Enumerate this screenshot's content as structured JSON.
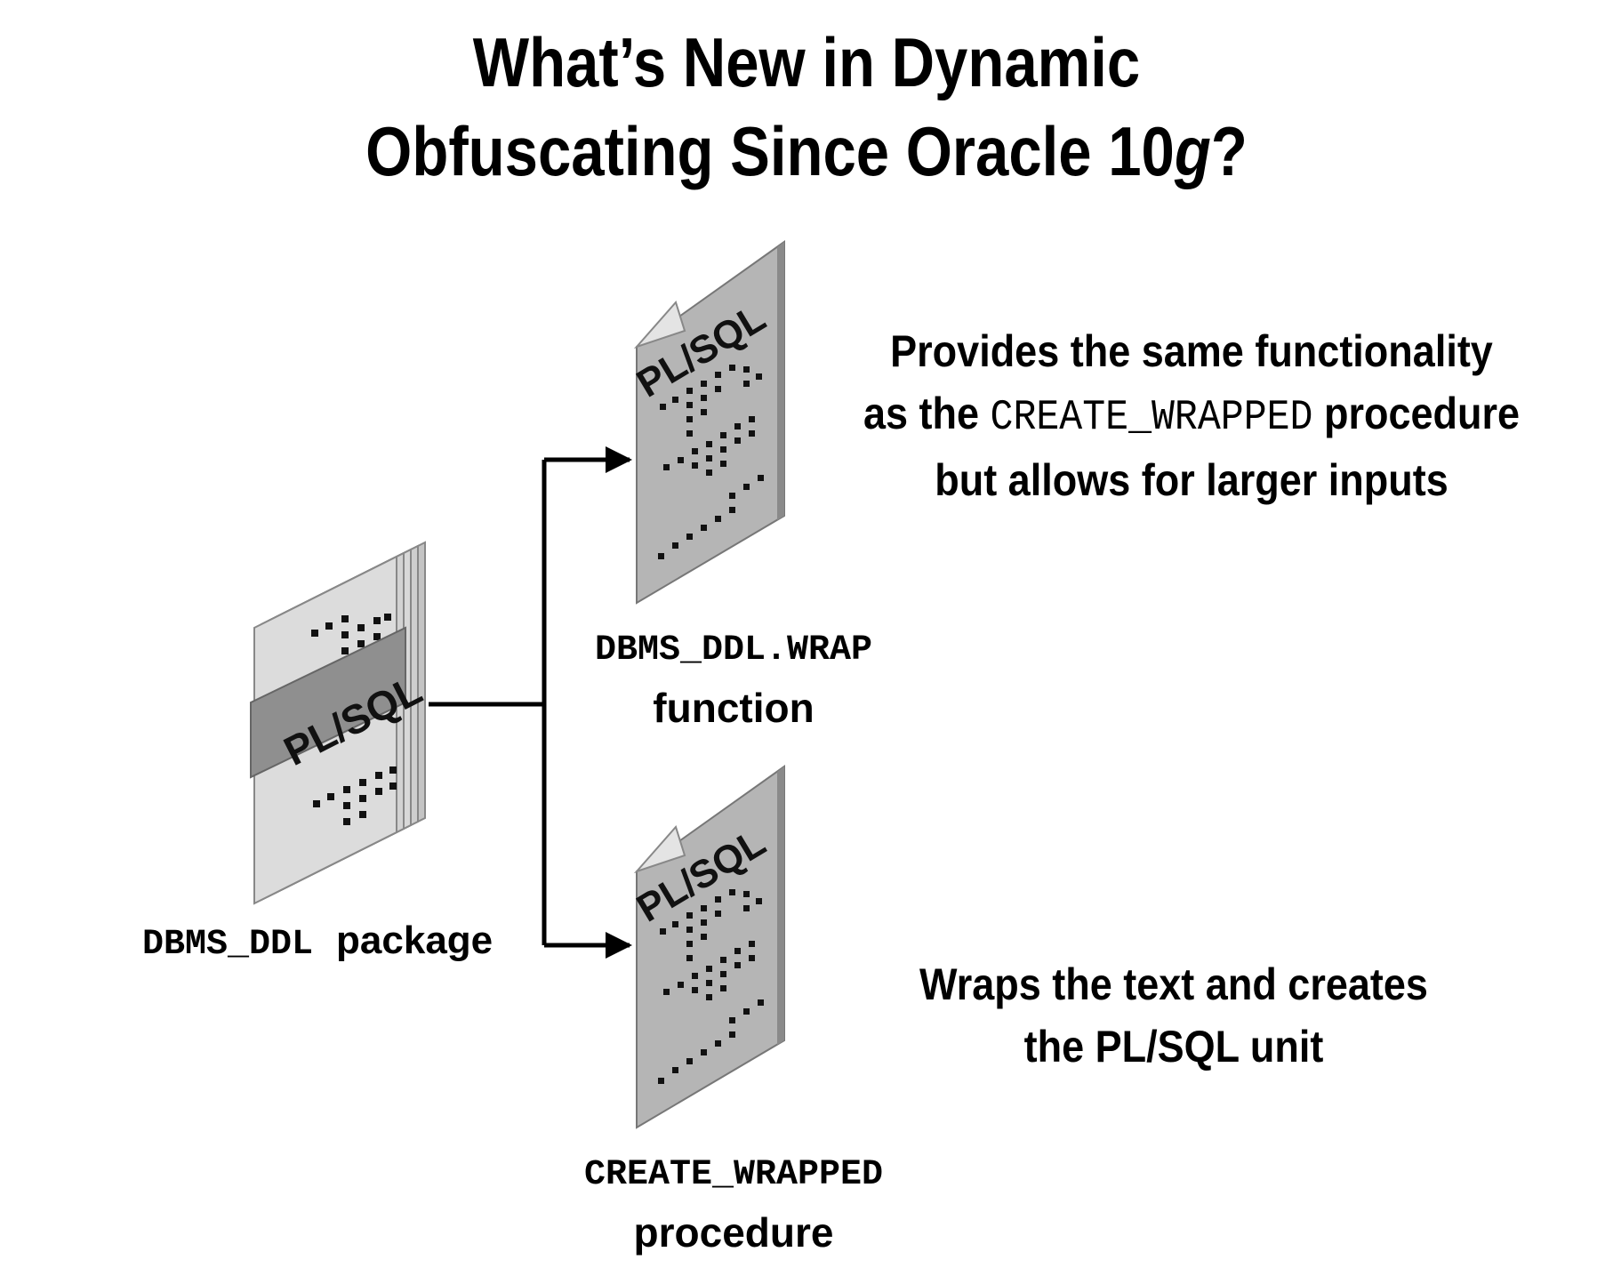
{
  "title": {
    "line1": "What’s New in Dynamic",
    "line2_prefix": "Obfuscating Since Oracle 10",
    "line2_italic": "g",
    "line2_suffix": "?"
  },
  "package": {
    "icon_text": "PL/SQL",
    "code": "DBMS_DDL",
    "kind": "package"
  },
  "wrap_function": {
    "icon_text": "PL/SQL",
    "code": "DBMS_DDL.WRAP",
    "kind": "function",
    "description": {
      "line1": "Provides the same functionality",
      "line2_prefix": "as the ",
      "line2_code": "CREATE_WRAPPED",
      "line2_suffix": " procedure",
      "line3": "but allows for larger inputs"
    }
  },
  "create_wrapped": {
    "icon_text": "PL/SQL",
    "code": "CREATE_WRAPPED",
    "kind": "procedure",
    "description": {
      "line1": "Wraps the text and creates",
      "line2": "the PL/SQL unit"
    }
  },
  "colors": {
    "doc_gray": "#b4b4b4",
    "doc_dark": "#7d7d7d",
    "doc_light": "#d6d6d6",
    "band": "#8c8c8c",
    "connector": "#000000"
  }
}
